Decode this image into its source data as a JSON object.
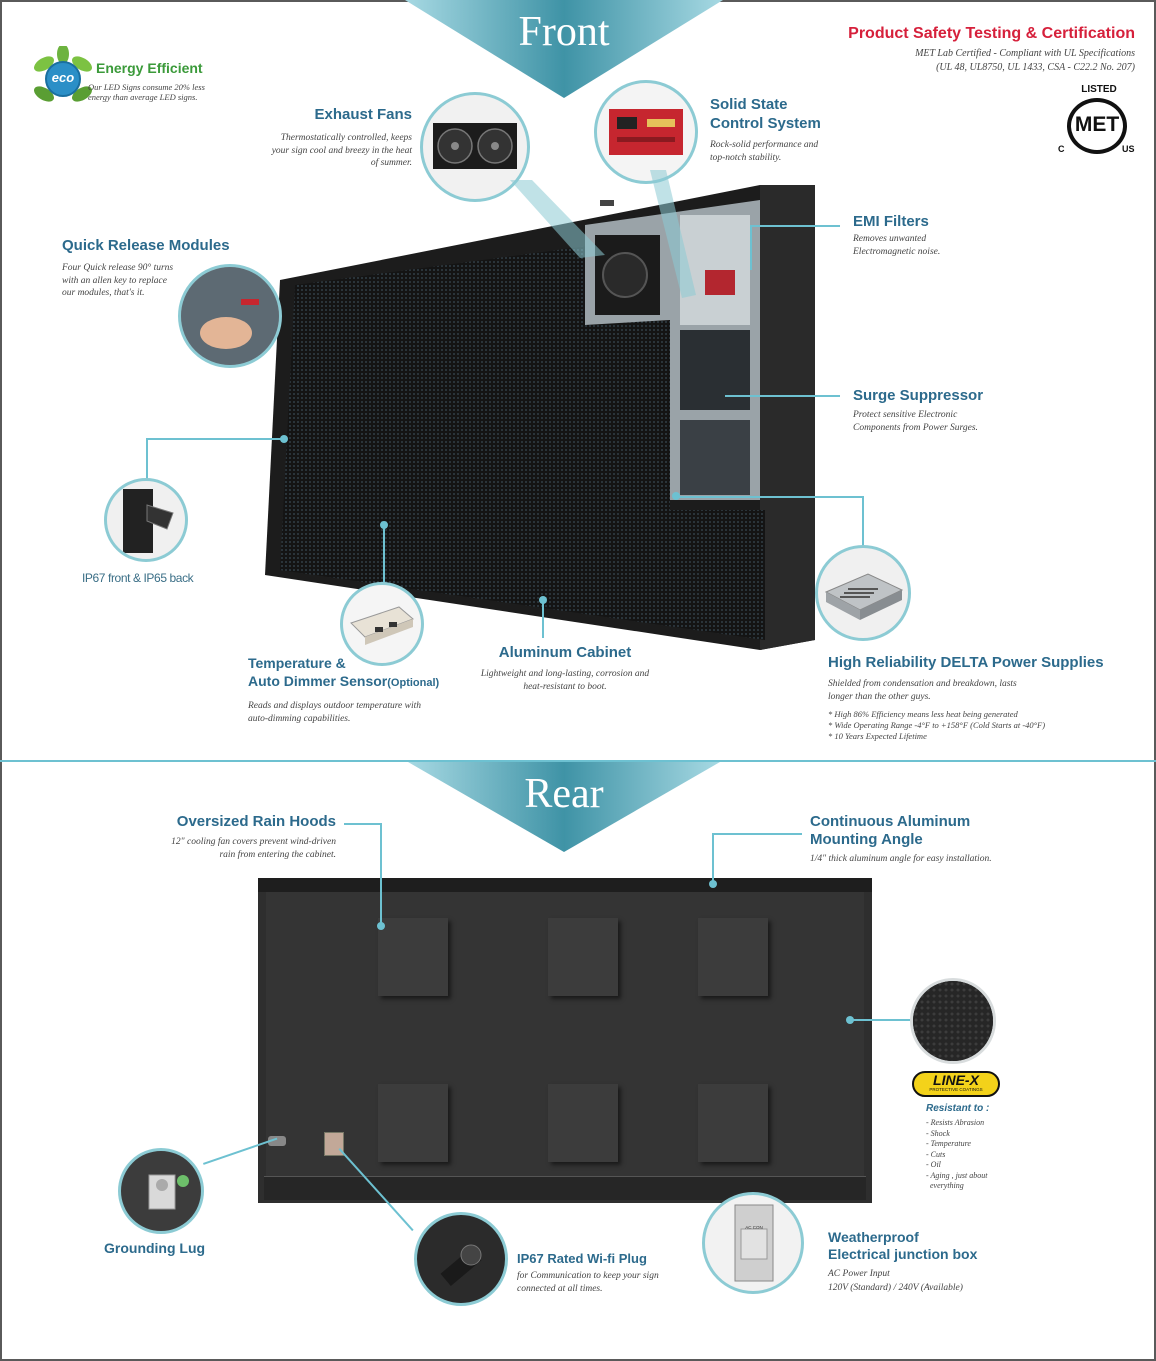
{
  "front": {
    "banner": "Front",
    "eco": {
      "badge": "eco",
      "title": "Energy Efficient",
      "desc": "Our LED Signs consume 20% less energy than average LED signs."
    },
    "certification": {
      "title": "Product Safety Testing & Certification",
      "line1": "MET Lab Certified - Compliant with UL Specifications",
      "line2": "(UL 48, UL8750, UL 1433, CSA - C22.2 No. 207)",
      "logo_top": "LISTED",
      "logo_main": "MET",
      "logo_c": "C",
      "logo_us": "US"
    },
    "exhaust_fans": {
      "title": "Exhaust Fans",
      "desc": "Thermostatically controlled, keeps your sign cool and breezy in the heat of summer."
    },
    "solid_state": {
      "title_line1": "Solid State",
      "title_line2": "Control System",
      "desc": "Rock-solid performance and top-notch stability."
    },
    "emi_filters": {
      "title": "EMI Filters",
      "desc": "Removes unwanted Electromagnetic noise."
    },
    "quick_release": {
      "title": "Quick Release Modules",
      "desc": "Four Quick release 90° turns with an allen key to replace our modules, that's it."
    },
    "surge": {
      "title": "Surge Suppressor",
      "desc": "Protect sensitive Electronic Components from Power Surges."
    },
    "ip67": {
      "label": "IP67 front & IP65 back"
    },
    "temperature": {
      "title_line1": "Temperature &",
      "title_line2": "Auto Dimmer Sensor",
      "optional": "(Optional)",
      "desc": "Reads and displays outdoor temperature with auto-dimming capabilities."
    },
    "aluminum": {
      "title": "Aluminum Cabinet",
      "desc": "Lightweight and long-lasting, corrosion and heat-resistant to boot."
    },
    "power": {
      "title": "High Reliability DELTA Power Supplies",
      "desc": "Shielded from condensation and breakdown, lasts longer than the other guys.",
      "bullets": [
        "* High 86% Efficiency means less heat being generated",
        "* Wide Operating Range -4°F to +158°F (Cold Starts at -40°F)",
        "* 10 Years Expected Lifetime"
      ]
    }
  },
  "rear": {
    "banner": "Rear",
    "rain_hoods": {
      "title": "Oversized Rain Hoods",
      "desc": "12\" cooling fan covers prevent wind-driven rain from entering the cabinet."
    },
    "mounting": {
      "title_line1": "Continuous Aluminum",
      "title_line2": "Mounting Angle",
      "desc": "1/4\" thick aluminum angle for easy installation."
    },
    "linex": {
      "logo": "LINE-X",
      "logo_sub": "PROTECTIVE COATINGS",
      "resistant_title": "Resistant to :",
      "items": [
        "- Resists Abrasion",
        "- Shock",
        "- Temperature",
        "- Cuts",
        "- Oil",
        "- Aging , just about",
        "everything"
      ]
    },
    "grounding": {
      "title": "Grounding Lug"
    },
    "wifi": {
      "title": "IP67 Rated Wi-fi Plug",
      "desc": "for Communication to keep your sign connected at all times."
    },
    "junction": {
      "title_line1": "Weatherproof",
      "title_line2": "Electrical junction box",
      "desc_line1": "AC Power Input",
      "desc_line2": "120V (Standard) / 240V (Available)",
      "box_label": "AC CON"
    }
  },
  "colors": {
    "accent": "#6dc1d1",
    "title_blue": "#2c6a8c",
    "cert_red": "#d6203b",
    "eco_green": "#3b9a3a"
  }
}
